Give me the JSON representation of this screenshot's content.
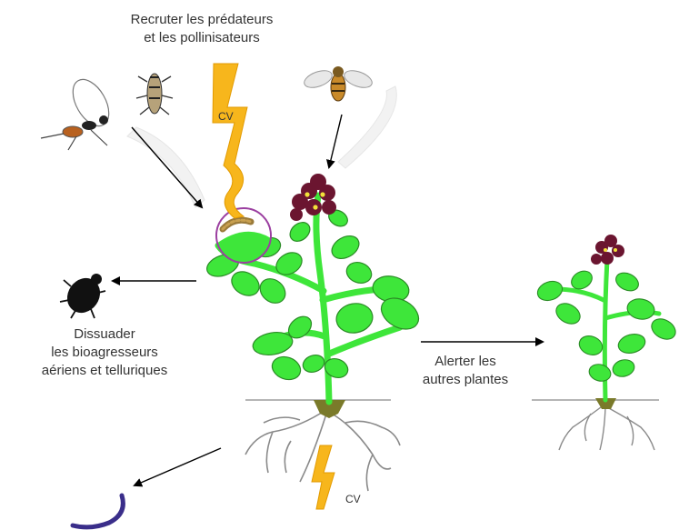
{
  "labels": {
    "recruit": "Recruter les prédateurs\net les pollinisateurs",
    "deter": "Dissuader\nles bioagresseurs\naériens et telluriques",
    "alert": "Alerter les\nautres plantes",
    "cv_top": "CV",
    "cv_bottom": "CV"
  },
  "colors": {
    "leaf": "#3ee63a",
    "leaf_stroke": "#2a8a25",
    "stem": "#3ee63a",
    "flower": "#6b1530",
    "flower_center": "#f2e23a",
    "signal": "#f7b61c",
    "soil_line": "#b5b5b5",
    "root": "#8a8a8a",
    "highlight_circle": "#9b3fa0",
    "arrow": "#000000",
    "text": "#333333"
  },
  "icons": [
    "wasp-icon",
    "ladybird-larva-icon",
    "bee-icon",
    "caterpillar-icon",
    "beetle-icon",
    "nematode-icon"
  ]
}
